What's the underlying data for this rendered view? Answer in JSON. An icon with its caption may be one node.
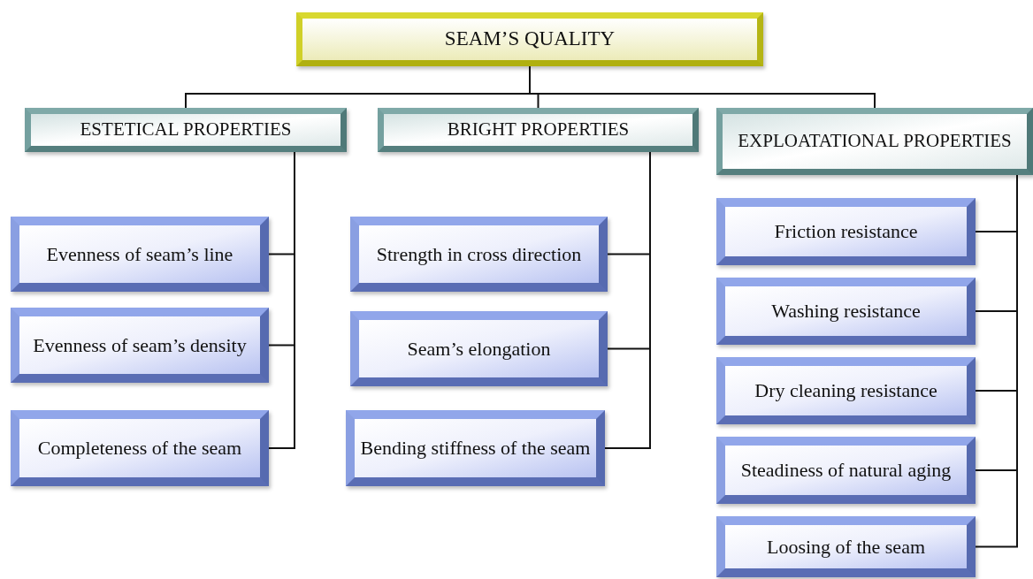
{
  "diagram": {
    "nodes": [
      {
        "text": [
          "SEAM’S QUALITY"
        ]
      },
      {
        "text": [
          "ESTETICAL PROPERTIES"
        ]
      },
      {
        "text": [
          "BRIGHT PROPERTIES"
        ]
      },
      {
        "text": [
          "EXPLOATATIONAL PROPERTIES"
        ]
      },
      {
        "text": [
          "Evenness of seam’s line"
        ]
      },
      {
        "text": [
          "Evenness of seam’s density"
        ]
      },
      {
        "text": [
          "Completeness of the seam"
        ]
      },
      {
        "text": [
          "Strength in cross direction"
        ]
      },
      {
        "text": [
          "Seam’s elongation"
        ]
      },
      {
        "text": [
          "Bending stiffness of the seam"
        ]
      },
      {
        "text": [
          "Friction resistance"
        ]
      },
      {
        "text": [
          "Washing resistance"
        ]
      },
      {
        "text": [
          "Dry cleaning resistance"
        ]
      },
      {
        "text": [
          "Steadiness of natural aging"
        ]
      },
      {
        "text": [
          "Loosing of the seam"
        ]
      }
    ],
    "edges": [
      {
        "from": 0,
        "to": 1,
        "arrow": "none"
      },
      {
        "from": 0,
        "to": 2,
        "arrow": "none"
      },
      {
        "from": 0,
        "to": 3,
        "arrow": "none"
      },
      {
        "from": 1,
        "to": 4,
        "arrow": "none"
      },
      {
        "from": 1,
        "to": 5,
        "arrow": "none"
      },
      {
        "from": 1,
        "to": 6,
        "arrow": "none"
      },
      {
        "from": 2,
        "to": 7,
        "arrow": "none"
      },
      {
        "from": 2,
        "to": 8,
        "arrow": "none"
      },
      {
        "from": 2,
        "to": 9,
        "arrow": "none"
      },
      {
        "from": 3,
        "to": 10,
        "arrow": "none"
      },
      {
        "from": 3,
        "to": 11,
        "arrow": "none"
      },
      {
        "from": 3,
        "to": 12,
        "arrow": "none"
      },
      {
        "from": 3,
        "to": 13,
        "arrow": "none"
      },
      {
        "from": 3,
        "to": 14,
        "arrow": "none"
      }
    ]
  }
}
